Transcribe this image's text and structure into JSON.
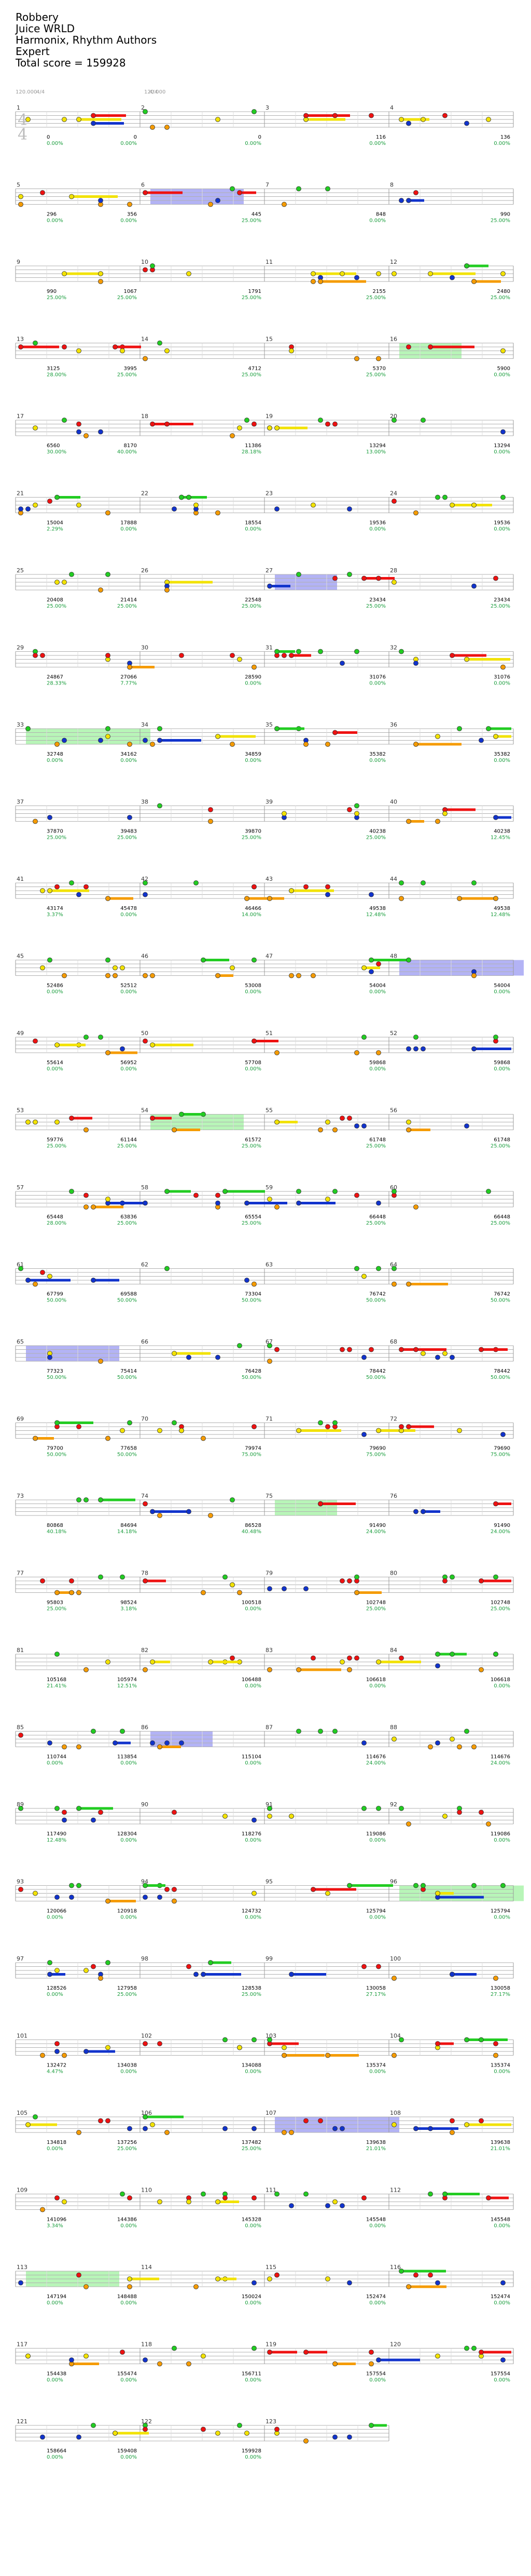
{
  "chart": {
    "title": "Robbery",
    "artist": "Juice WRLD",
    "charter": "Harmonix, Rhythm Authors",
    "difficulty": "Expert",
    "total_score_label": "Total score = 159928"
  },
  "meta_top": {
    "left_a": "120.000",
    "left_b": "4/4",
    "mid_a": "120.000",
    "mid_b": "4/4"
  },
  "time_signature": "4\n4",
  "colors": {
    "green": "#22cc22",
    "red": "#ee1111",
    "yellow": "#f2e200",
    "blue": "#1133cc",
    "orange": "#f59b00",
    "purple": "#7a0a8a",
    "starpower": "#8080ee",
    "solo": "#88ee88",
    "tick": "#999999"
  },
  "rows": [
    {
      "measures": [
        "1",
        "2",
        "3",
        "4"
      ],
      "scores": [
        "0",
        "0",
        "0",
        "116",
        "136"
      ],
      "pcts": [
        "0.00%",
        "0.00%",
        "0.00%",
        "0.00%",
        "0.00%"
      ]
    },
    {
      "measures": [
        "5",
        "6",
        "7",
        "8"
      ],
      "scores": [
        "296",
        "356",
        "445",
        "848",
        "990"
      ],
      "pcts": [
        "0.00%",
        "0.00%",
        "25.00%",
        "0.00%",
        "25.00%"
      ]
    },
    {
      "measures": [
        "9",
        "10",
        "11",
        "12"
      ],
      "scores": [
        "990",
        "1067",
        "1791",
        "2155",
        "2480"
      ],
      "pcts": [
        "25.00%",
        "25.00%",
        "25.00%",
        "25.00%",
        "25.00%"
      ]
    },
    {
      "measures": [
        "13",
        "14",
        "15",
        "16"
      ],
      "scores": [
        "3125",
        "3995",
        "4712",
        "5370",
        "5900"
      ],
      "pcts": [
        "28.00%",
        "25.00%",
        "25.00%",
        "25.00%",
        "0.00%"
      ]
    },
    {
      "measures": [
        "17",
        "18",
        "19",
        "20"
      ],
      "scores": [
        "6560",
        "8170",
        "11386",
        "13294",
        "13294"
      ],
      "pcts": [
        "30.00%",
        "40.00%",
        "28.18%",
        "13.00%",
        "0.00%"
      ]
    },
    {
      "measures": [
        "21",
        "22",
        "23",
        "24"
      ],
      "scores": [
        "15004",
        "17888",
        "18554",
        "19536",
        "19536"
      ],
      "pcts": [
        "2.29%",
        "0.00%",
        "0.00%",
        "0.00%",
        "0.00%"
      ]
    },
    {
      "measures": [
        "25",
        "26",
        "27",
        "28"
      ],
      "scores": [
        "20408",
        "21414",
        "22548",
        "23434",
        "23434"
      ],
      "pcts": [
        "25.00%",
        "25.00%",
        "25.00%",
        "25.00%",
        "25.00%"
      ]
    },
    {
      "measures": [
        "29",
        "30",
        "31",
        "32"
      ],
      "scores": [
        "24867",
        "27066",
        "28590",
        "31076",
        "31076"
      ],
      "pcts": [
        "28.33%",
        "7.77%",
        "0.00%",
        "0.00%",
        "0.00%"
      ]
    },
    {
      "measures": [
        "33",
        "34",
        "35",
        "36"
      ],
      "scores": [
        "32748",
        "34162",
        "34859",
        "35382",
        "35382"
      ],
      "pcts": [
        "0.00%",
        "0.00%",
        "0.00%",
        "0.00%",
        "0.00%"
      ]
    },
    {
      "measures": [
        "37",
        "38",
        "39",
        "40"
      ],
      "scores": [
        "37870",
        "39483",
        "39870",
        "40238",
        "40238"
      ],
      "pcts": [
        "25.00%",
        "25.00%",
        "25.00%",
        "25.00%",
        "12.45%"
      ]
    },
    {
      "measures": [
        "41",
        "42",
        "43",
        "44"
      ],
      "scores": [
        "43174",
        "45478",
        "46466",
        "49538",
        "49538"
      ],
      "pcts": [
        "3.37%",
        "0.00%",
        "14.00%",
        "12.48%",
        "12.48%"
      ]
    },
    {
      "measures": [
        "45",
        "46",
        "47",
        "48"
      ],
      "scores": [
        "52486",
        "52512",
        "53008",
        "54004",
        "54004"
      ],
      "pcts": [
        "0.00%",
        "0.00%",
        "0.00%",
        "0.00%",
        "0.00%"
      ]
    },
    {
      "measures": [
        "49",
        "50",
        "51",
        "52"
      ],
      "scores": [
        "55614",
        "56952",
        "57708",
        "59868",
        "59868"
      ],
      "pcts": [
        "0.00%",
        "0.00%",
        "0.00%",
        "0.00%",
        "0.00%"
      ]
    },
    {
      "measures": [
        "53",
        "54",
        "55",
        "56"
      ],
      "scores": [
        "59776",
        "61144",
        "61572",
        "61748",
        "61748"
      ],
      "pcts": [
        "25.00%",
        "25.00%",
        "25.00%",
        "25.00%",
        "25.00%"
      ]
    },
    {
      "measures": [
        "57",
        "58",
        "59",
        "60"
      ],
      "scores": [
        "65448",
        "63836",
        "65554",
        "66448",
        "66448"
      ],
      "pcts": [
        "28.00%",
        "25.00%",
        "25.00%",
        "25.00%",
        "25.00%"
      ]
    },
    {
      "measures": [
        "61",
        "62",
        "63",
        "64"
      ],
      "scores": [
        "67799",
        "69588",
        "73304",
        "76742",
        "76742"
      ],
      "pcts": [
        "50.00%",
        "50.00%",
        "50.00%",
        "50.00%",
        "50.00%"
      ]
    },
    {
      "measures": [
        "65",
        "66",
        "67",
        "68"
      ],
      "scores": [
        "77323",
        "75414",
        "76428",
        "78442",
        "78442"
      ],
      "pcts": [
        "50.00%",
        "50.00%",
        "50.00%",
        "50.00%",
        "50.00%"
      ]
    },
    {
      "measures": [
        "69",
        "70",
        "71",
        "72"
      ],
      "scores": [
        "79700",
        "77658",
        "79974",
        "79690",
        "79690"
      ],
      "pcts": [
        "50.00%",
        "50.00%",
        "75.00%",
        "75.00%",
        "75.00%"
      ]
    },
    {
      "measures": [
        "73",
        "74",
        "75",
        "76"
      ],
      "scores": [
        "80868",
        "84694",
        "86528",
        "91490",
        "91490"
      ],
      "pcts": [
        "40.18%",
        "14.18%",
        "40.48%",
        "24.00%",
        "24.00%"
      ]
    },
    {
      "measures": [
        "77",
        "78",
        "79",
        "80"
      ],
      "scores": [
        "95803",
        "98524",
        "100518",
        "102748",
        "102748"
      ],
      "pcts": [
        "25.00%",
        "3.18%",
        "0.00%",
        "25.00%",
        "25.00%"
      ]
    },
    {
      "measures": [
        "81",
        "82",
        "83",
        "84"
      ],
      "scores": [
        "105168",
        "105974",
        "106488",
        "106618",
        "106618"
      ],
      "pcts": [
        "21.41%",
        "12.51%",
        "0.00%",
        "0.00%",
        "0.00%"
      ]
    },
    {
      "measures": [
        "85",
        "86",
        "87",
        "88"
      ],
      "scores": [
        "110744",
        "113854",
        "115104",
        "114676",
        "114676"
      ],
      "pcts": [
        "0.00%",
        "0.00%",
        "0.00%",
        "24.00%",
        "24.00%"
      ]
    },
    {
      "measures": [
        "89",
        "90",
        "91",
        "92"
      ],
      "scores": [
        "117490",
        "128304",
        "118276",
        "119086",
        "119086"
      ],
      "pcts": [
        "12.48%",
        "0.00%",
        "0.00%",
        "0.00%",
        "0.00%"
      ]
    },
    {
      "measures": [
        "93",
        "94",
        "95",
        "96"
      ],
      "scores": [
        "120066",
        "120918",
        "124732",
        "125794",
        "125794"
      ],
      "pcts": [
        "0.00%",
        "0.00%",
        "0.00%",
        "0.00%",
        "0.00%"
      ]
    },
    {
      "measures": [
        "97",
        "98",
        "99",
        "100"
      ],
      "scores": [
        "128526",
        "127958",
        "128538",
        "130058",
        "130058"
      ],
      "pcts": [
        "0.00%",
        "25.00%",
        "25.00%",
        "27.17%",
        "27.17%"
      ]
    },
    {
      "measures": [
        "101",
        "102",
        "103",
        "104"
      ],
      "scores": [
        "132472",
        "134038",
        "134088",
        "135374",
        "135374"
      ],
      "pcts": [
        "4.47%",
        "0.00%",
        "0.00%",
        "0.00%",
        "0.00%"
      ]
    },
    {
      "measures": [
        "105",
        "106",
        "107",
        "108"
      ],
      "scores": [
        "134818",
        "137256",
        "137482",
        "139638",
        "139638"
      ],
      "pcts": [
        "0.00%",
        "25.00%",
        "25.00%",
        "21.01%",
        "21.01%"
      ]
    },
    {
      "measures": [
        "109",
        "110",
        "111",
        "112"
      ],
      "scores": [
        "141096",
        "144386",
        "145328",
        "145548",
        "145548"
      ],
      "pcts": [
        "3.34%",
        "0.00%",
        "0.00%",
        "0.00%",
        "0.00%"
      ]
    },
    {
      "measures": [
        "113",
        "114",
        "115",
        "116"
      ],
      "scores": [
        "147194",
        "148488",
        "150024",
        "152474",
        "152474"
      ],
      "pcts": [
        "0.00%",
        "0.00%",
        "0.00%",
        "0.00%",
        "0.00%"
      ]
    },
    {
      "measures": [
        "117",
        "118",
        "119",
        "120"
      ],
      "scores": [
        "154438",
        "155474",
        "156711",
        "157554",
        "157554"
      ],
      "pcts": [
        "0.00%",
        "0.00%",
        "0.00%",
        "0.00%",
        "0.00%"
      ]
    },
    {
      "measures": [
        "121",
        "122",
        "123"
      ],
      "scores": [
        "158664",
        "159408",
        "159928"
      ],
      "pcts": [
        "0.00%",
        "0.00%",
        "0.00%"
      ]
    }
  ]
}
